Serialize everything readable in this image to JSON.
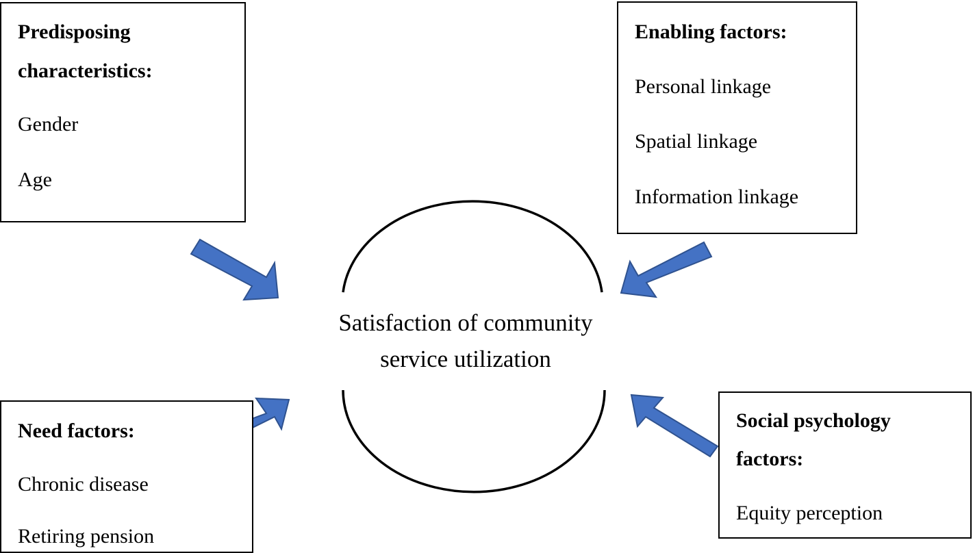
{
  "center": {
    "line1": "Satisfaction of community",
    "line2": "service utilization"
  },
  "boxes": {
    "predisposing": {
      "title_line1": "Predisposing",
      "title_line2": "characteristics:",
      "items": [
        "Gender",
        "Age"
      ]
    },
    "enabling": {
      "title": "Enabling factors:",
      "items": [
        "Personal linkage",
        "Spatial linkage",
        "Information linkage"
      ]
    },
    "need": {
      "title": "Need factors:",
      "items": [
        "Chronic disease",
        "Retiring pension"
      ]
    },
    "social": {
      "title_line1": "Social psychology",
      "title_line2": "factors:",
      "items": [
        "Equity perception"
      ]
    }
  },
  "colors": {
    "arrow_fill": "#4472C4",
    "arrow_stroke": "#2F528F",
    "border": "#000000"
  }
}
